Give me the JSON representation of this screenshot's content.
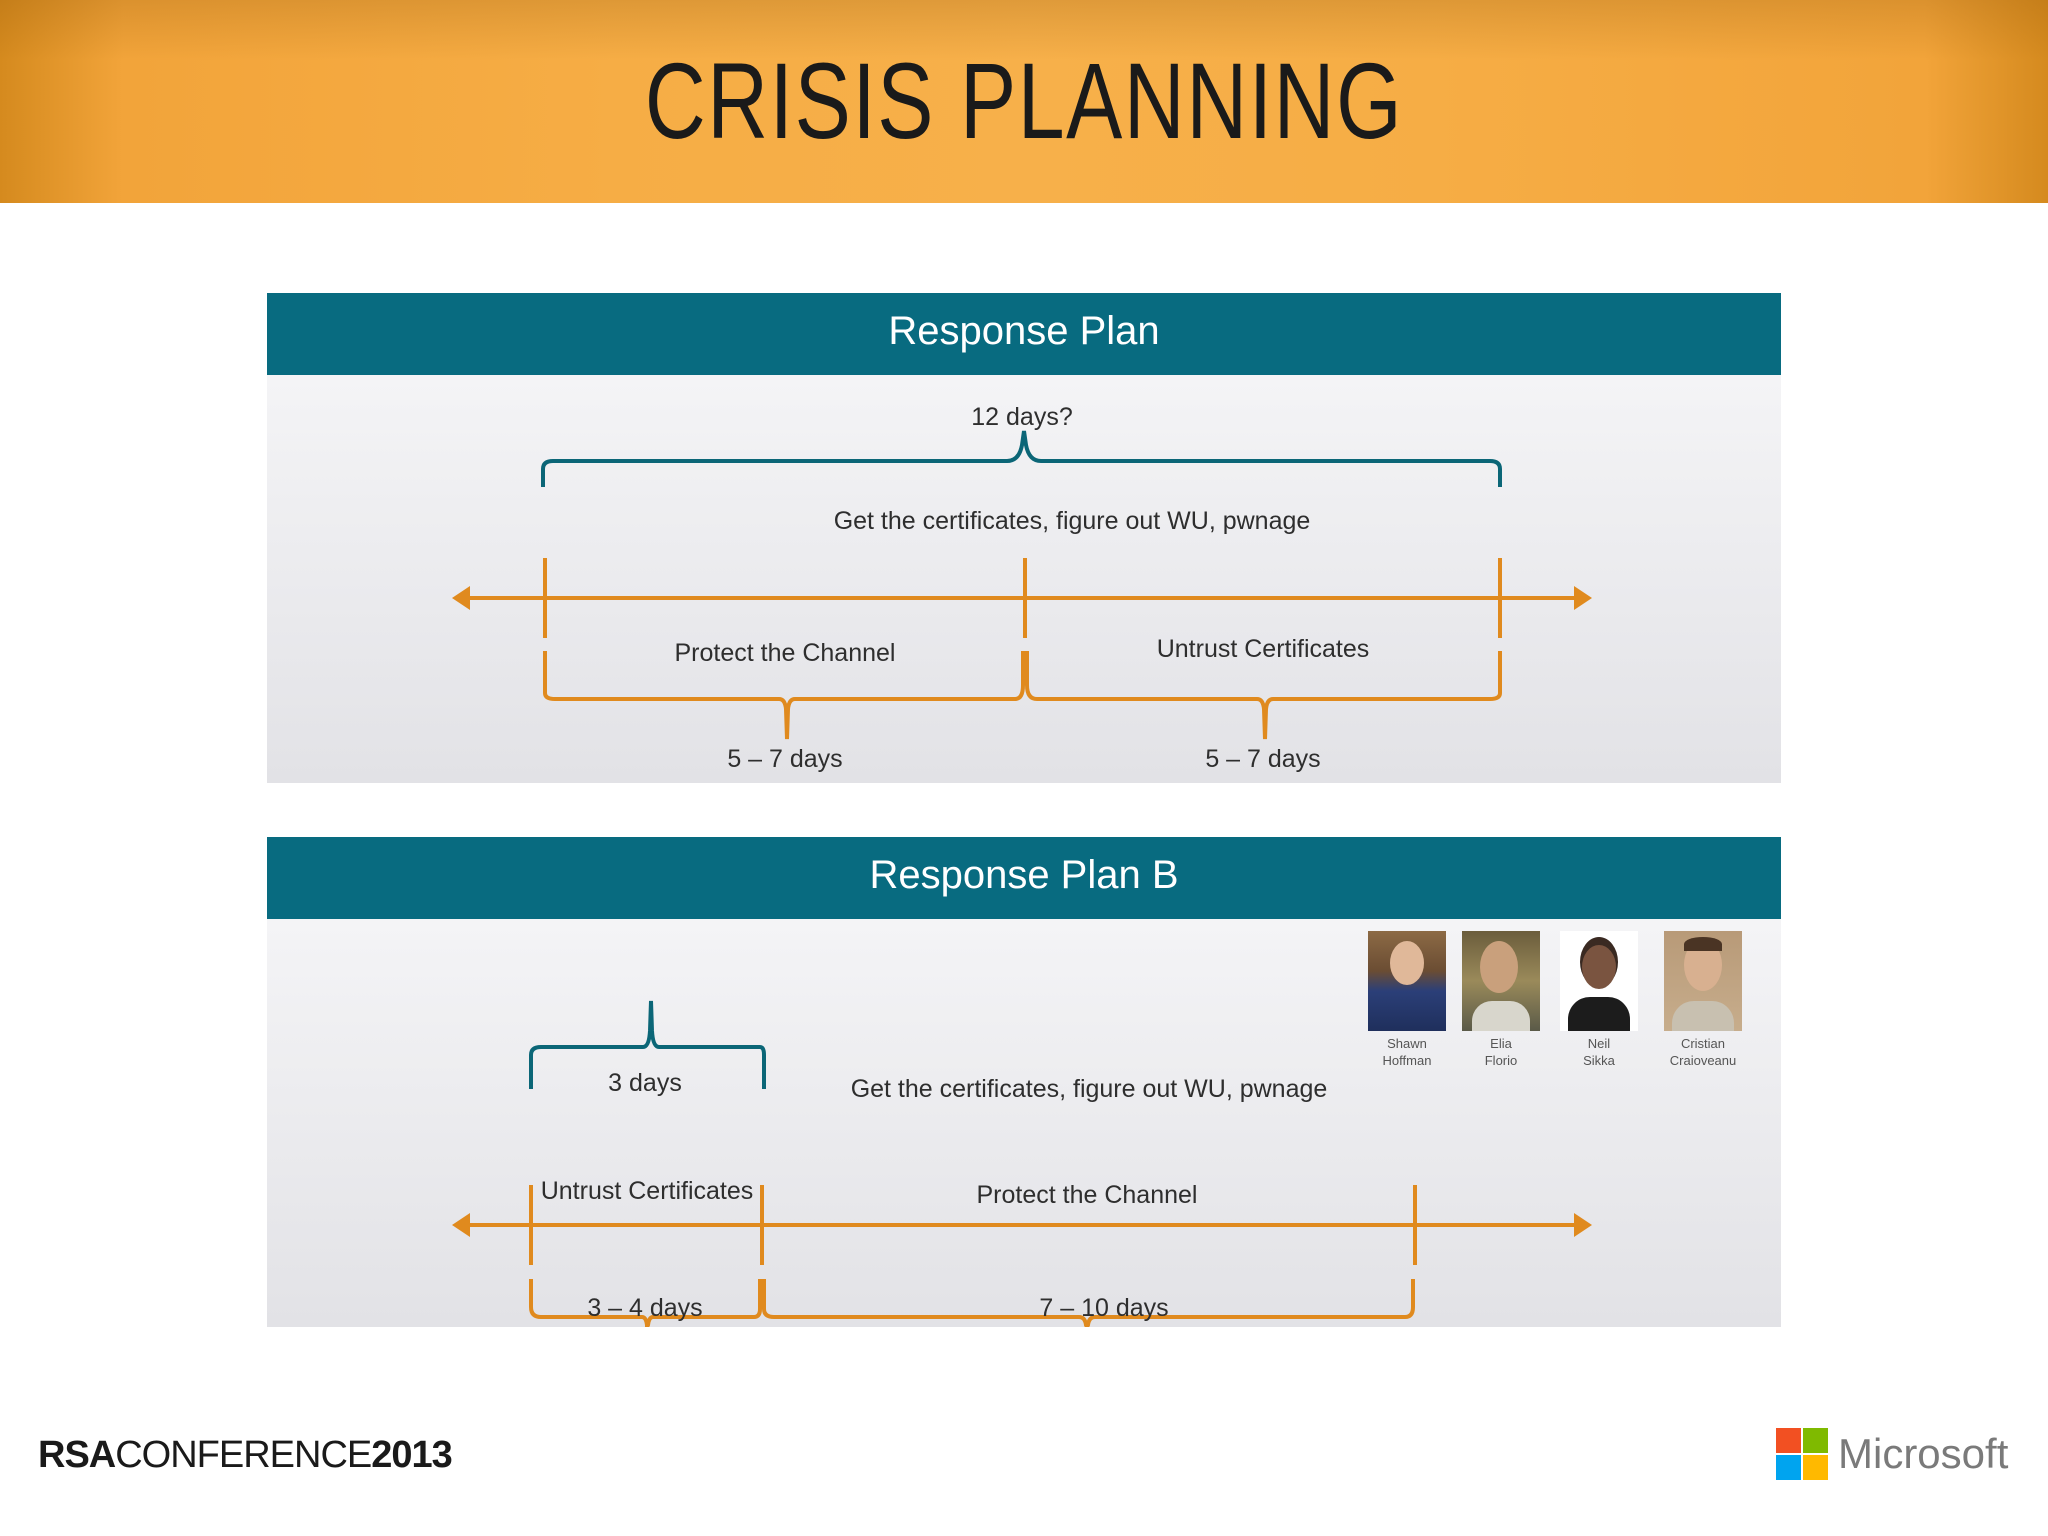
{
  "title": "CRISIS PLANNING",
  "plan_a": {
    "header": "Response Plan",
    "total": "12 days?",
    "top_brace_label": "Get the certificates, figure out WU, pwnage",
    "seg1_label": "Protect the Channel",
    "seg2_label": "Untrust Certificates",
    "seg1_duration": "5 – 7 days",
    "seg2_duration": "5 – 7 days"
  },
  "plan_b": {
    "header": "Response Plan B",
    "top_duration": "3 days",
    "top_label": "Get the certificates, figure out WU, pwnage",
    "seg1_label": "Untrust Certificates",
    "seg2_label": "Protect the Channel",
    "seg1_duration": "3 – 4 days",
    "seg2_duration": "7 – 10  days"
  },
  "people": [
    {
      "first": "Shawn",
      "last": "Hoffman"
    },
    {
      "first": "Elia",
      "last": "Florio"
    },
    {
      "first": "Neil",
      "last": "Sikka"
    },
    {
      "first": "Cristian",
      "last": "Craioveanu"
    }
  ],
  "footer": {
    "conference_prefix": "RSA",
    "conference_mid": "CONFERENCE",
    "conference_year": "2013",
    "sponsor": "Microsoft"
  },
  "colors": {
    "header_bg": "#f6ad45",
    "panel_header": "#086b80",
    "timeline": "#e08a1e",
    "brace_teal": "#0b6677",
    "ms_red": "#f25022",
    "ms_green": "#7fba00",
    "ms_blue": "#00a4ef",
    "ms_yellow": "#ffb900"
  },
  "icons": [
    "arrow-left-icon",
    "arrow-right-icon",
    "brace-icon",
    "microsoft-logo-icon"
  ]
}
